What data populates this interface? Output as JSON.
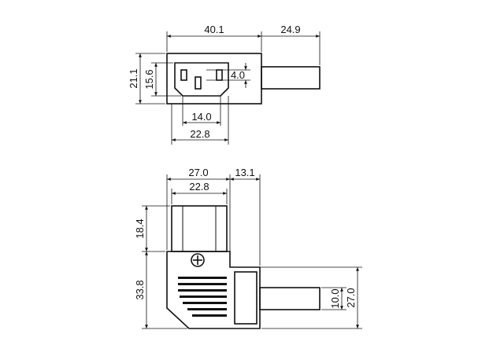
{
  "top_view": {
    "width": "40.1",
    "cable_length": "24.9",
    "height": "21.1",
    "inlet_height": "15.6",
    "pin_spacing": "4.0",
    "inlet_width_inner": "14.0",
    "inlet_width_outer": "22.8"
  },
  "side_view": {
    "body_width": "27.0",
    "cable_length": "13.1",
    "plug_width": "22.8",
    "plug_height": "18.4",
    "body_height": "33.8",
    "cable_diameter": "10.0",
    "strain_relief_height": "27.0"
  }
}
